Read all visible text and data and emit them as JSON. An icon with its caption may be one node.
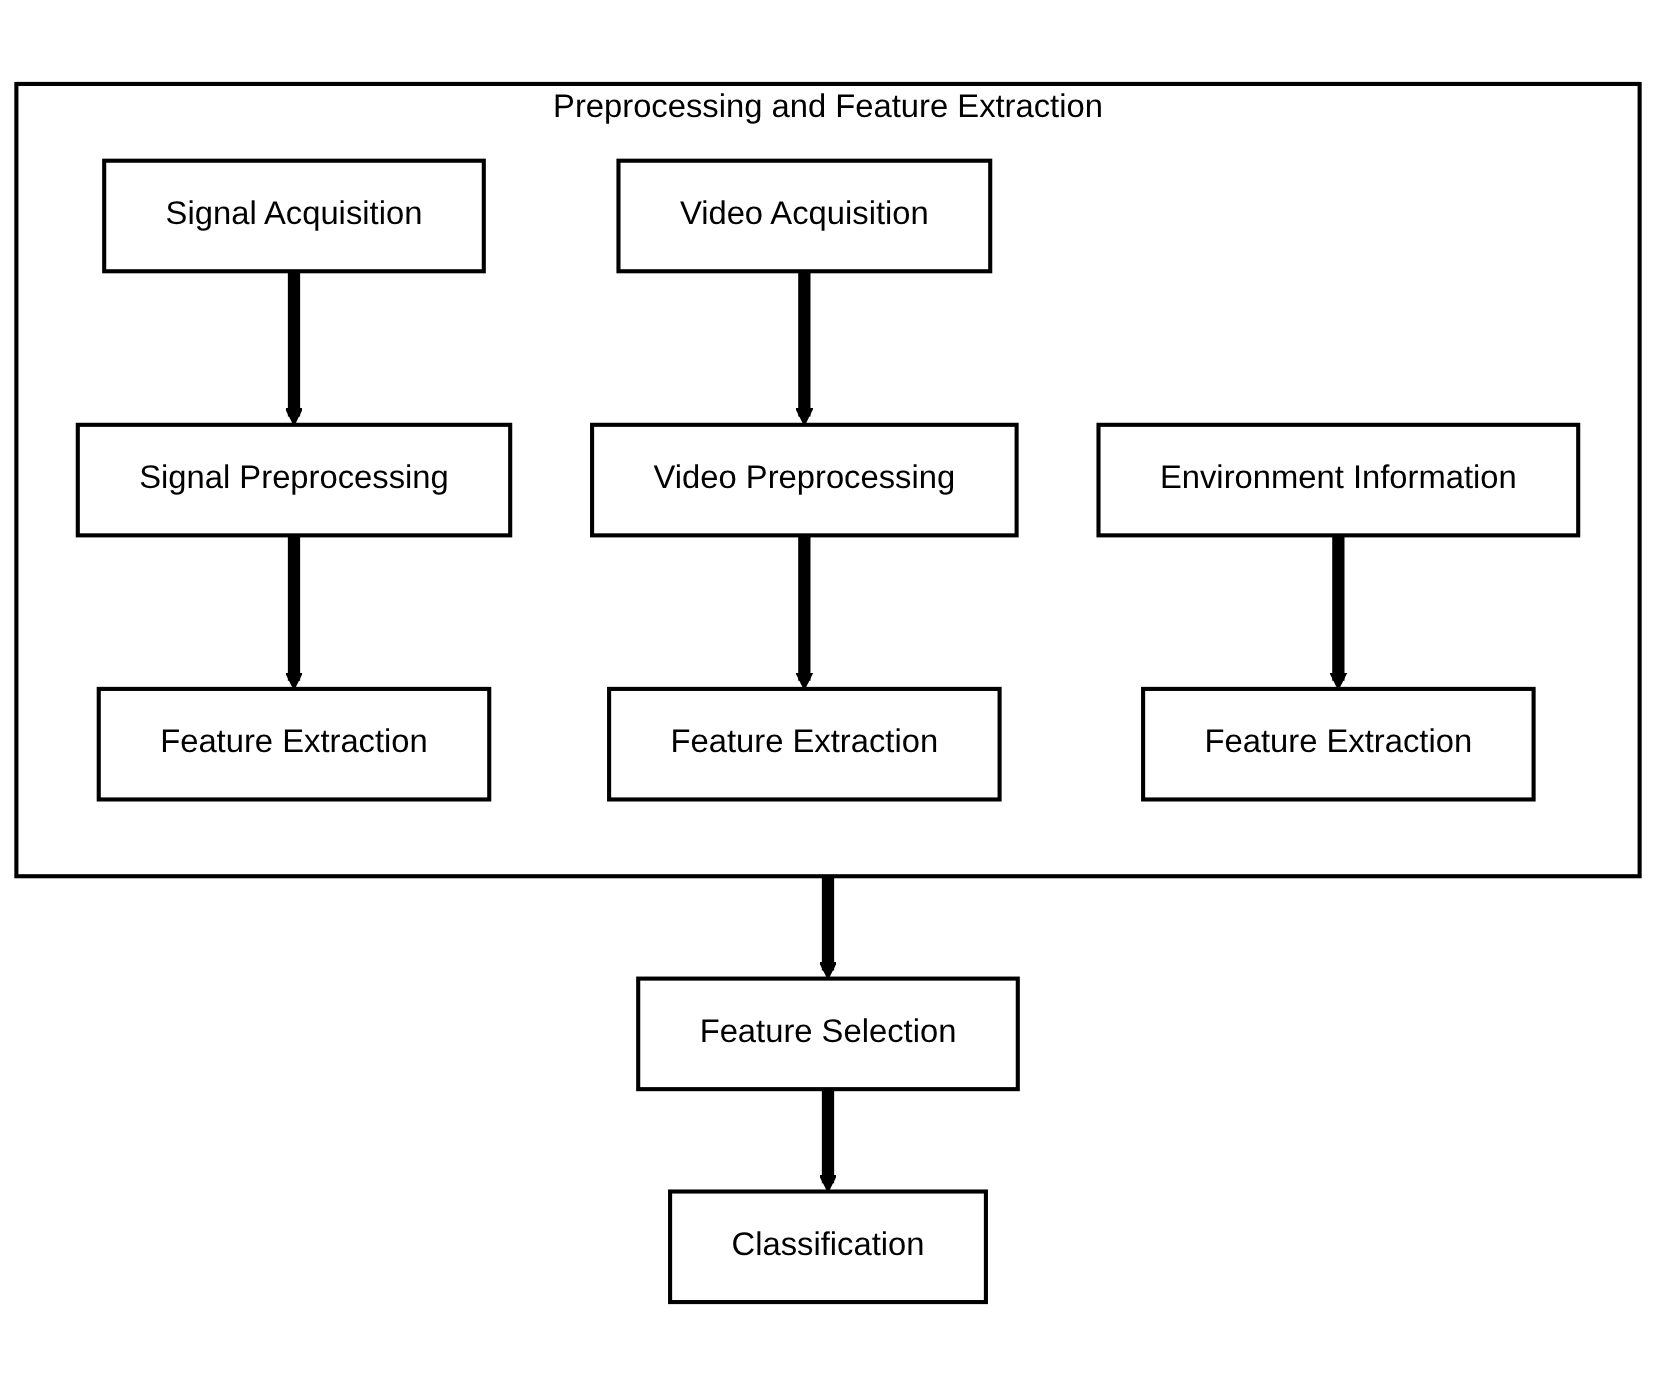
{
  "diagram": {
    "nodes": [
      {
        "text": [
          "Preprocessing and Feature Extraction"
        ]
      },
      {
        "text": [
          "Signal Acquisition"
        ],
        "in": 0
      },
      {
        "text": [
          "Video Acquisition"
        ],
        "in": 0
      },
      {
        "text": [
          "Environment Information"
        ],
        "in": 0
      },
      {
        "text": [
          "Signal Preprocessing"
        ],
        "in": 0
      },
      {
        "text": [
          "Video Preprocessing"
        ],
        "in": 0
      },
      {
        "text": [
          "Feature Extraction"
        ],
        "in": 0
      },
      {
        "text": [
          "Feature Extraction"
        ],
        "in": 0
      },
      {
        "text": [
          "Feature Extraction"
        ],
        "in": 0
      },
      {
        "text": [
          "Feature Selection"
        ]
      },
      {
        "text": [
          "Classification"
        ]
      }
    ],
    "edges": [
      {
        "from": 1,
        "to": 4,
        "arrow": "to"
      },
      {
        "from": 4,
        "to": 6,
        "arrow": "to"
      },
      {
        "from": 2,
        "to": 5,
        "arrow": "to"
      },
      {
        "from": 5,
        "to": 7,
        "arrow": "to"
      },
      {
        "from": 3,
        "to": 8,
        "arrow": "to"
      },
      {
        "from": 0,
        "to": 9,
        "arrow": "to"
      },
      {
        "from": 9,
        "to": 10,
        "arrow": "to"
      }
    ]
  }
}
